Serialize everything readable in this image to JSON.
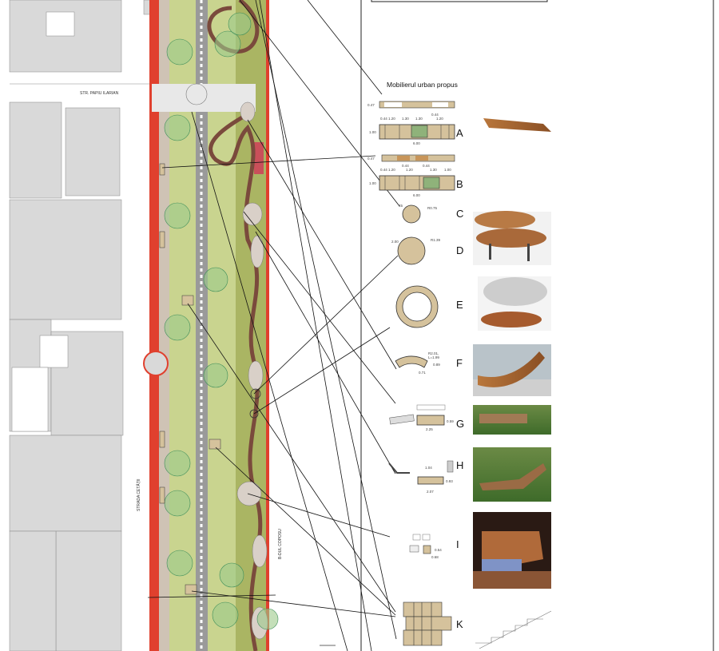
{
  "legend": {
    "title": "Mobilierul urban propus",
    "items": [
      {
        "letter": "A",
        "dims": [
          "0.47",
          "0.44",
          "1.20",
          "1.30",
          "1.30",
          "1.20",
          "0.44",
          "1.00",
          "6.00"
        ]
      },
      {
        "letter": "B",
        "dims": [
          "0.47",
          "0.44",
          "1.20",
          "0.44",
          "1.20",
          "0.44",
          "1.30",
          "1.00",
          "1.00",
          "6.00"
        ]
      },
      {
        "letter": "C",
        "dims": [
          "R0.75",
          "45"
        ]
      },
      {
        "letter": "D",
        "dims": [
          "R1.39",
          "2.00"
        ]
      },
      {
        "letter": "E",
        "dims": []
      },
      {
        "letter": "F",
        "dims": [
          "R2.01,",
          "L=1.99",
          "0.89",
          "0.71"
        ]
      },
      {
        "letter": "G",
        "dims": [
          "0.59",
          "2.25"
        ]
      },
      {
        "letter": "H",
        "dims": [
          "1.04",
          "0.93",
          "2.07"
        ]
      },
      {
        "letter": "I",
        "dims": [
          "0.54",
          "0.68"
        ]
      },
      {
        "letter": "K",
        "dims": []
      }
    ]
  },
  "plan": {
    "streets": [
      "STR. PAPIU ILARIAN",
      "STRADA CETĂȚII",
      "B-DUL COPOSU"
    ]
  },
  "colors": {
    "wood": "#d5c29c",
    "grass_light": "#c9d48f",
    "grass_dark": "#aab563",
    "path_brown": "#7a4a3c",
    "edge_red": "#e0402e",
    "building_gray": "#d9d9d9"
  }
}
